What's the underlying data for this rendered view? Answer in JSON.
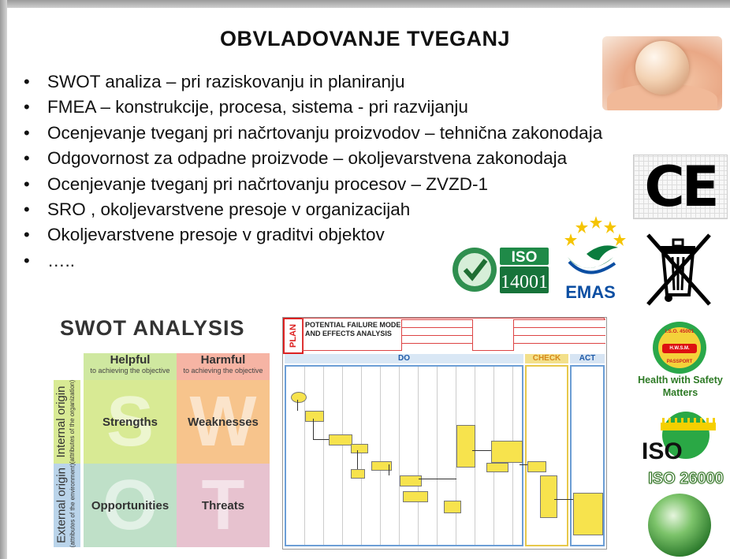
{
  "title": "OBVLADOVANJE TVEGANJ",
  "bullets": [
    "SWOT analiza  – pri raziskovanju  in planiranju",
    "FMEA – konstrukcije,  procesa, sistema - pri razvijanju",
    "Ocenjevanje tveganj pri načrtovanju proizvodov – tehnična zakonodaja",
    "Odgovornost za odpadne proizvode – okoljevarstvena  zakonodaja",
    "Ocenjevanje tveganj pri načrtovanju procesov – ZVZD-1",
    "SRO , okoljevarstvene  presoje v organizacijah",
    "Okoljevarstvene  presoje v graditvi  objektov",
    "….."
  ],
  "bullet_symbol": "•",
  "logos": {
    "ce": "CE",
    "iso14001_top": "ISO",
    "iso14001_num": "14001",
    "emas": "EMAS",
    "ohsas_top": "I.S.O. 45001",
    "ohsas_mid": "H.W.S.M.",
    "ohsas_bottom": "PASSPORT",
    "hws_line1": "Health with Safety",
    "hws_line2": "Matters",
    "iso_sro": "ISO",
    "iso26000": "ISO 26000"
  },
  "swot": {
    "title": "SWOT ANALYSIS",
    "helpful": "Helpful",
    "helpful_sub": "to achieving the objective",
    "harmful": "Harmful",
    "harmful_sub": "to achieving the objective",
    "internal": "Internal origin",
    "internal_sub": "(attributes of the organization)",
    "external": "External origin",
    "external_sub": "(attributes of the environment)",
    "strengths": "Strengths",
    "weaknesses": "Weaknesses",
    "opportunities": "Opportunities",
    "threats": "Threats",
    "letters": [
      "S",
      "W",
      "O",
      "T"
    ],
    "colors": {
      "helpful_head": "#cfe8a0",
      "harmful_head": "#f6b4a4",
      "strengths": "#d8ea94",
      "weaknesses": "#f7c48c",
      "opportunities": "#bfe0c8",
      "threats": "#e7c2cf",
      "side_internal": "#d8ea94",
      "side_external": "#bad4ea"
    }
  },
  "fmea": {
    "plan": "PLAN",
    "title_line1": "POTENTIAL FAILURE MODE",
    "title_line2": "AND EFFECTS ANALYSIS",
    "do": "DO",
    "check": "CHECK",
    "act": "ACT",
    "colors": {
      "do": "#d9e7f5",
      "check": "#f3e08a",
      "act": "#d6e4f3",
      "plan_border": "#d22222",
      "flow_box": "#f7e34d"
    }
  }
}
